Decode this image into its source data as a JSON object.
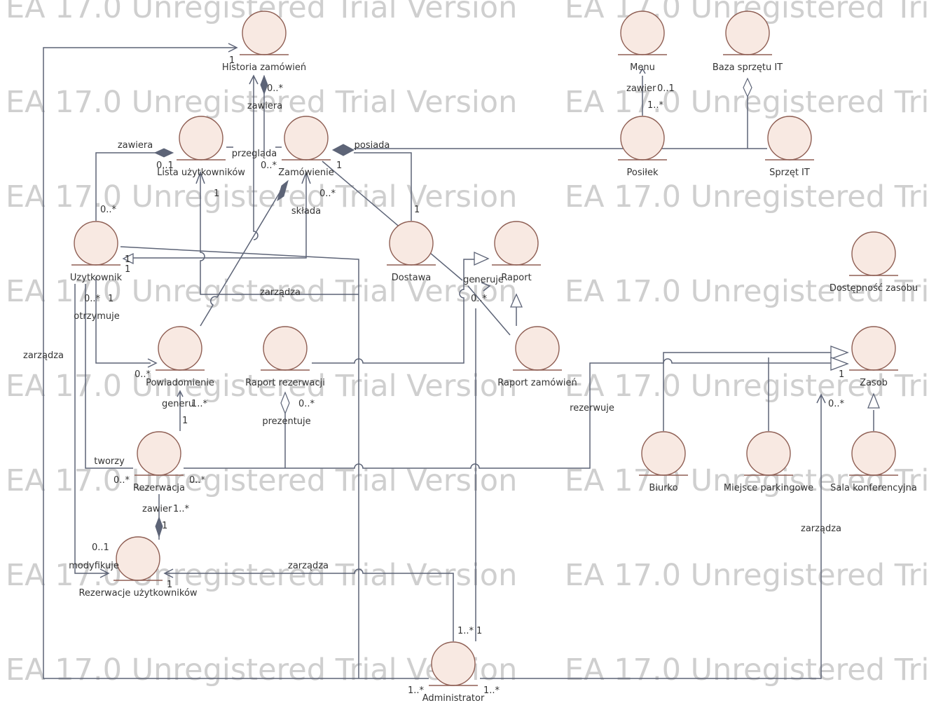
{
  "watermark": "EA 17.0 Unregistered Trial Version",
  "entities": [
    {
      "id": "historia",
      "label": "Historia zamówień"
    },
    {
      "id": "menu",
      "label": "Menu"
    },
    {
      "id": "baza",
      "label": "Baza sprzętu IT"
    },
    {
      "id": "lista",
      "label": "Lista użytkowników"
    },
    {
      "id": "zamowienie",
      "label": "Zamówienie"
    },
    {
      "id": "posilek",
      "label": "Posiłek"
    },
    {
      "id": "sprzet",
      "label": "Sprzęt IT"
    },
    {
      "id": "uzytkownik",
      "label": "Uzytkownik"
    },
    {
      "id": "dostawa",
      "label": "Dostawa"
    },
    {
      "id": "raport",
      "label": "Raport"
    },
    {
      "id": "dostepnosc",
      "label": "Dostępność zasobu"
    },
    {
      "id": "powiadomienie",
      "label": "Powiadomienie"
    },
    {
      "id": "raport_rez",
      "label": "Raport rezerwacji"
    },
    {
      "id": "raport_zam",
      "label": "Raport zamówień"
    },
    {
      "id": "zasob",
      "label": "Zasob"
    },
    {
      "id": "rezerwacja",
      "label": "Rezerwacja"
    },
    {
      "id": "biurko",
      "label": "Biurko"
    },
    {
      "id": "miejsce",
      "label": "Miejsce parkingowe"
    },
    {
      "id": "sala",
      "label": "Sala konferencyjna"
    },
    {
      "id": "rez_uz",
      "label": "Rezerwacje użytkowników"
    },
    {
      "id": "administrator",
      "label": "Administrator"
    }
  ],
  "edge_labels": [
    "zawiera",
    "przegląda",
    "zawiera",
    "posiada",
    "składa",
    "zawier",
    "zarządza",
    "otrzymuje",
    "generuje",
    "generu",
    "prezentuje",
    "rezerwuje",
    "tworzy",
    "zawier",
    "modyfikuje",
    "zarządza",
    "zarządza",
    "zarządza"
  ],
  "multiplicities": [
    "1",
    "0..*",
    "0..1",
    "0..*",
    "1",
    "0..1",
    "1..*",
    "0..*",
    "1",
    "0..*",
    "1",
    "1",
    "1",
    "0..*",
    "1",
    "0..*",
    "0..*",
    "1..*",
    "0..*",
    "1",
    "0..*",
    "0..*",
    "1",
    "0..1",
    "1",
    "1..*",
    "1",
    "1..*",
    "1..*",
    "0..*",
    "1"
  ]
}
